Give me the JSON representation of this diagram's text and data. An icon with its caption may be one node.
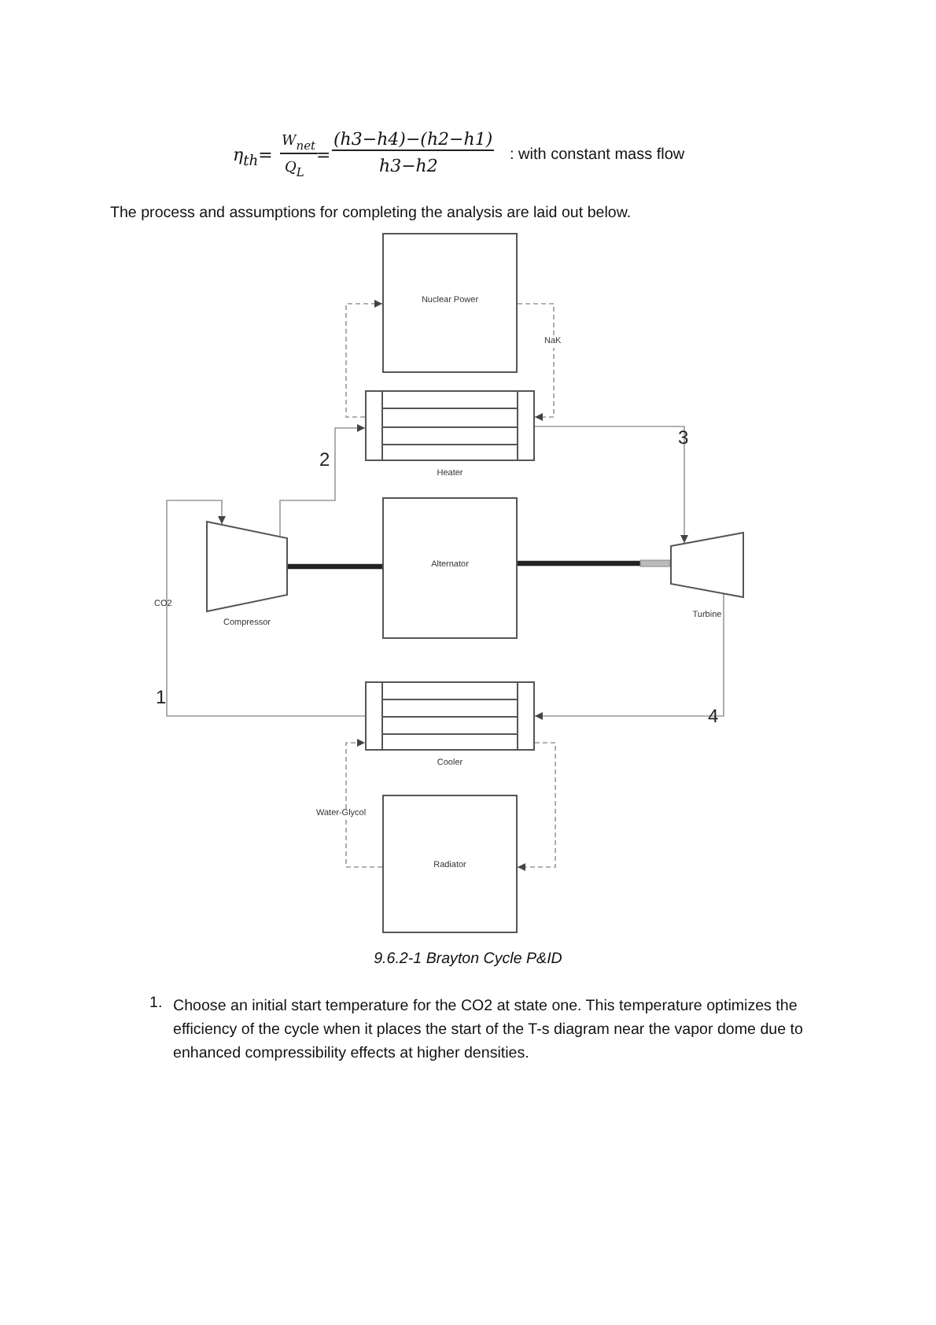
{
  "diagram": {
    "caption": "9.6.2-1 Brayton Cycle P&ID",
    "nodes": [
      {
        "text": [
          "Nuclear Power"
        ]
      },
      {
        "text": [
          "Heater"
        ]
      },
      {
        "text": [
          "Compressor"
        ]
      },
      {
        "text": [
          "Alternator"
        ]
      },
      {
        "text": [
          "Turbine"
        ]
      },
      {
        "text": [
          "Cooler"
        ]
      },
      {
        "text": [
          "Radiator"
        ]
      }
    ],
    "edges": [
      {
        "from": 1,
        "to": 0,
        "arrow": "to",
        "style": "dashed"
      },
      {
        "from": 0,
        "to": 1,
        "arrow": "to",
        "style": "dashed",
        "label": "NaK"
      },
      {
        "from": 2,
        "to": 1,
        "arrow": "to",
        "label": "2"
      },
      {
        "from": 1,
        "to": 4,
        "arrow": "to",
        "label": "3"
      },
      {
        "from": 4,
        "to": 5,
        "arrow": "to",
        "label": "4"
      },
      {
        "from": 5,
        "to": 2,
        "arrow": "to",
        "label": "1"
      },
      {
        "from": 2,
        "to": 3,
        "arrow": "none",
        "style": "thick",
        "color": "#222222"
      },
      {
        "from": 3,
        "to": 4,
        "arrow": "none",
        "style": "thick",
        "color": "#222222"
      },
      {
        "from": 5,
        "to": 6,
        "arrow": "to",
        "style": "dashed"
      },
      {
        "from": 6,
        "to": 5,
        "arrow": "to",
        "style": "dashed",
        "label": "Water-Glycol"
      }
    ],
    "labels": [
      "η$_{th}$=",
      "W$_{net}$",
      "Q$_{L}$",
      "=",
      "(h3−h4)−(h2−h1)",
      "h3−h2",
      ": with constant mass flow",
      "The process and assumptions for completing the analysis are laid out below.",
      "CO2",
      "1.",
      "Choose an initial start temperature for the CO2 at state one. This temperature optimizes the efficiency of the cycle when it places the start of the T-s diagram near the vapor dome due to enhanced compressibility effects at higher densities."
    ]
  }
}
